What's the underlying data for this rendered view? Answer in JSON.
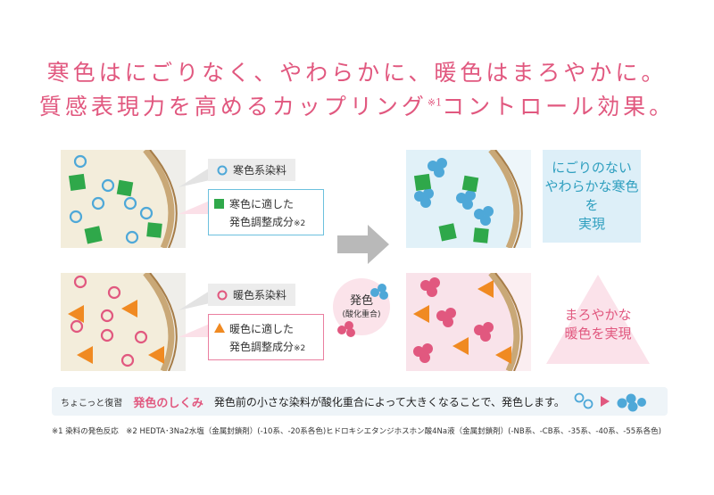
{
  "headline": {
    "line1": "寒色はにごりなく、やわらかに、暖色はまろやかに。",
    "line2_main": "質感表現力を高めるカップリング",
    "line2_mark": "※1",
    "line2_tail": "コントロール効果。"
  },
  "cool_labels": {
    "dye": "寒色系染料",
    "component_line1": "寒色に適した",
    "component_line2": "発色調整成分",
    "component_mark": "※2"
  },
  "warm_labels": {
    "dye": "暖色系染料",
    "component_line1": "暖色に適した",
    "component_line2": "発色調整成分",
    "component_mark": "※2"
  },
  "reaction": {
    "line1": "発色",
    "line2": "(酸化重合)"
  },
  "results": {
    "cool_line1": "にごりのない",
    "cool_line2": "やわらかな寒色を",
    "cool_line3": "実現",
    "warm_line1": "まろやかな",
    "warm_line2": "暖色を実現"
  },
  "footer": {
    "tag": "ちょこっと復習",
    "title": "発色のしくみ",
    "text": "発色前の小さな染料が酸化重合によって大きくなることで、発色します。"
  },
  "note": "※1 染料の発色反応　※2 HEDTA･3Na2水塩（金属封鎖剤）(-10系、-20系各色)ヒドロキシエタンジホスホン酸4Na液（金属封鎖剤）(-NB系、-CB系、-35系、-40系、-55系各色)",
  "colors": {
    "pink": "#e1587f",
    "blue": "#4ea8d8",
    "green": "#2fa84a",
    "orange": "#f08a22",
    "gray_arrow": "#b9b9b9"
  }
}
